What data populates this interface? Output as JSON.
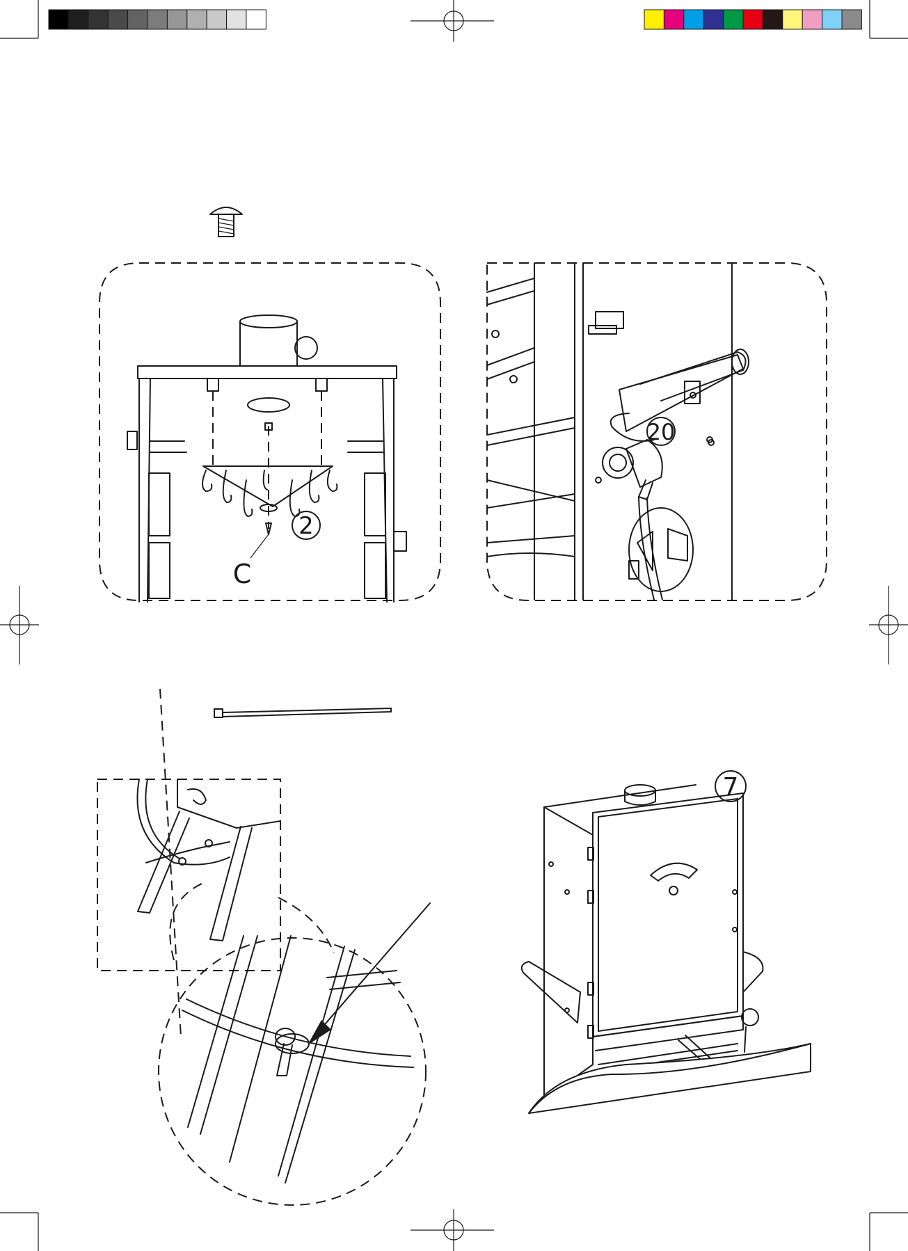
{
  "callouts": {
    "part_2": "2",
    "hardware_c": "C",
    "part_20": "20",
    "part_7": "7"
  },
  "registration": {
    "grayscale_swatches": [
      "#000000",
      "#1e1e1e",
      "#333333",
      "#4a4a4a",
      "#636363",
      "#7c7c7c",
      "#969696",
      "#b0b0b0",
      "#c9c9c9",
      "#e2e2e2",
      "#ffffff"
    ],
    "color_swatches": [
      "#ffef00",
      "#e6007e",
      "#00a0e9",
      "#2e3192",
      "#009944",
      "#e60012",
      "#231815",
      "#fff67a",
      "#f19ec2",
      "#7fd1f5",
      "#8b8b8b"
    ]
  }
}
